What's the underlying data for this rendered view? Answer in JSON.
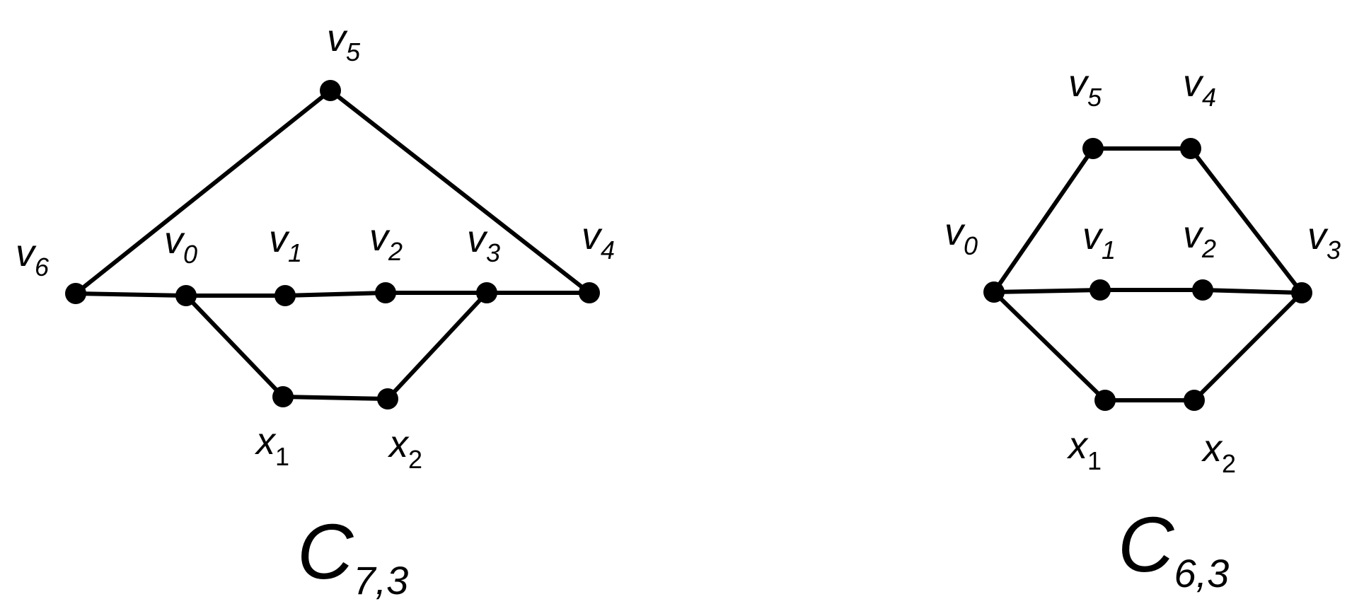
{
  "graphs": [
    {
      "title": {
        "main": "C",
        "sub": "7,3"
      },
      "vertices": [
        {
          "id": "v6",
          "main": "v",
          "sub": "6"
        },
        {
          "id": "v0",
          "main": "v",
          "sub": "0"
        },
        {
          "id": "v1",
          "main": "v",
          "sub": "1"
        },
        {
          "id": "v2",
          "main": "v",
          "sub": "2"
        },
        {
          "id": "v3",
          "main": "v",
          "sub": "3"
        },
        {
          "id": "v4",
          "main": "v",
          "sub": "4"
        },
        {
          "id": "v5",
          "main": "v",
          "sub": "5"
        },
        {
          "id": "x1",
          "main": "x",
          "sub": "1"
        },
        {
          "id": "x2",
          "main": "x",
          "sub": "2"
        }
      ],
      "edges": [
        [
          "v6",
          "v0"
        ],
        [
          "v0",
          "v1"
        ],
        [
          "v1",
          "v2"
        ],
        [
          "v2",
          "v3"
        ],
        [
          "v3",
          "v4"
        ],
        [
          "v6",
          "v5"
        ],
        [
          "v5",
          "v4"
        ],
        [
          "v0",
          "x1"
        ],
        [
          "x1",
          "x2"
        ],
        [
          "x2",
          "v3"
        ]
      ]
    },
    {
      "title": {
        "main": "C",
        "sub": "6,3"
      },
      "vertices": [
        {
          "id": "v0",
          "main": "v",
          "sub": "0"
        },
        {
          "id": "v1",
          "main": "v",
          "sub": "1"
        },
        {
          "id": "v2",
          "main": "v",
          "sub": "2"
        },
        {
          "id": "v3",
          "main": "v",
          "sub": "3"
        },
        {
          "id": "v4",
          "main": "v",
          "sub": "4"
        },
        {
          "id": "v5",
          "main": "v",
          "sub": "5"
        },
        {
          "id": "x1",
          "main": "x",
          "sub": "1"
        },
        {
          "id": "x2",
          "main": "x",
          "sub": "2"
        }
      ],
      "edges": [
        [
          "v0",
          "v1"
        ],
        [
          "v1",
          "v2"
        ],
        [
          "v2",
          "v3"
        ],
        [
          "v0",
          "v5"
        ],
        [
          "v5",
          "v4"
        ],
        [
          "v4",
          "v3"
        ],
        [
          "v0",
          "x1"
        ],
        [
          "x1",
          "x2"
        ],
        [
          "x2",
          "v3"
        ]
      ]
    }
  ]
}
